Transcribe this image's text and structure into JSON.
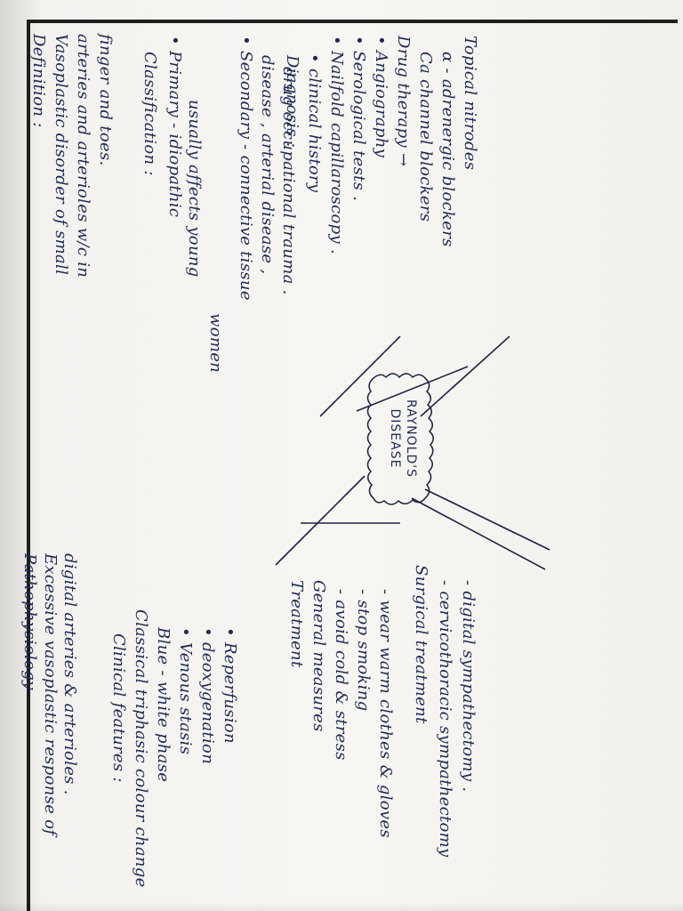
{
  "center": {
    "line1": "RAYNOLD'S",
    "line2": "DISEASE"
  },
  "definition": {
    "heading": "Definition :",
    "lines": [
      "Vasoplastic disorder of small",
      "arteries and arterioles w/c in",
      "finger and toes."
    ]
  },
  "classification": {
    "heading": "Classification :",
    "lines": [
      "• Primary - idiopathic",
      "usually affects young",
      "women",
      "• Secondary - connective tissue",
      "disease , arterial disease ,",
      "drug occupational trauma ."
    ]
  },
  "diagnosis": {
    "heading": "Diagnosis :",
    "lines": [
      "• clinical history",
      "• Nailfold capillaroscopy .",
      "• Serological tests .",
      "• Angiography"
    ]
  },
  "drug_therapy": {
    "heading": "Drug therapy →",
    "lines": [
      "Ca channel blockers",
      "α - adrenergic blockers",
      "Topical nitrodes"
    ]
  },
  "pathophysiology": {
    "heading": "Pathophysiology",
    "lines": [
      "Excessive vasoplastic response of",
      "digital arteries & arterioles ."
    ]
  },
  "clinical_features": {
    "heading": "Clinical features :",
    "lines": [
      "Classical triphasic colour change",
      "Blue - white phase",
      "• Venous stasis",
      "• deoxygenation",
      "• Reperfusion"
    ]
  },
  "treatment": {
    "heading": "Treatment",
    "lines": [
      "General measures",
      "- avoid cold & stress",
      "- stop smoking",
      "- wear warm clothes & gloves",
      "Surgical treatment",
      "- cervicothoracic sympathectomy",
      "- digital sympathectomy ."
    ]
  }
}
